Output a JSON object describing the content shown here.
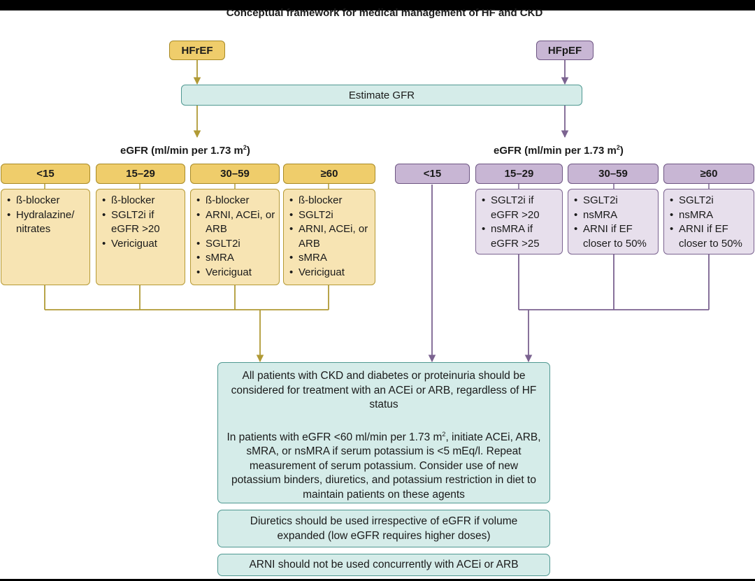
{
  "title": "Conceptual framework for medical management of HF and CKD",
  "hfref_label": "HFrEF",
  "hfpef_label": "HFpEF",
  "estimate_gfr": "Estimate GFR",
  "egfr_label": {
    "main": "eGFR (ml/min per 1.73 m",
    "sup": "2",
    "close": ")"
  },
  "hfref_columns": [
    {
      "band": "<15",
      "items": [
        "ß-blocker",
        "Hydralazine/ nitrates"
      ]
    },
    {
      "band": "15–29",
      "items": [
        "ß-blocker",
        "SGLT2i if eGFR >20",
        "Vericiguat"
      ]
    },
    {
      "band": "30–59",
      "items": [
        "ß-blocker",
        "ARNI, ACEi, or ARB",
        "SGLT2i",
        "sMRA",
        "Vericiguat"
      ]
    },
    {
      "band": "≥60",
      "items": [
        "ß-blocker",
        "SGLT2i",
        "ARNI, ACEi, or ARB",
        "sMRA",
        "Vericiguat"
      ]
    }
  ],
  "hfpef_columns": [
    {
      "band": "<15",
      "items": []
    },
    {
      "band": "15–29",
      "items": [
        "SGLT2i if eGFR >20",
        "nsMRA if eGFR >25"
      ]
    },
    {
      "band": "30–59",
      "items": [
        "SGLT2i",
        "nsMRA",
        "ARNI if EF closer to 50%"
      ]
    },
    {
      "band": "≥60",
      "items": [
        "SGLT2i",
        "nsMRA",
        "ARNI if EF closer to 50%"
      ]
    }
  ],
  "notes": {
    "main_p1": "All patients with CKD and diabetes or proteinuria should be considered for treatment with an ACEi or ARB, regardless of HF status",
    "main_p2_pre": "In patients with eGFR <60 ml/min per 1.73 m",
    "main_p2_sup": "2",
    "main_p2_post": ", initiate ACEi, ARB, sMRA, or nsMRA if serum potassium is <5 mEq/l. Repeat measurement of serum potassium. Consider use of new potassium binders, diuretics, and potassium restriction in diet to maintain patients on these agents",
    "diuretics": "Diuretics should be used irrespective of eGFR if volume expanded (low eGFR requires higher doses)",
    "arni": "ARNI should not be used concurrently with ACEi or ARB"
  },
  "colors": {
    "hfref_line": "#b09a35",
    "hfpef_line": "#7b6390",
    "teal_fill": "#d5ece9",
    "teal_border": "#4f9891"
  }
}
